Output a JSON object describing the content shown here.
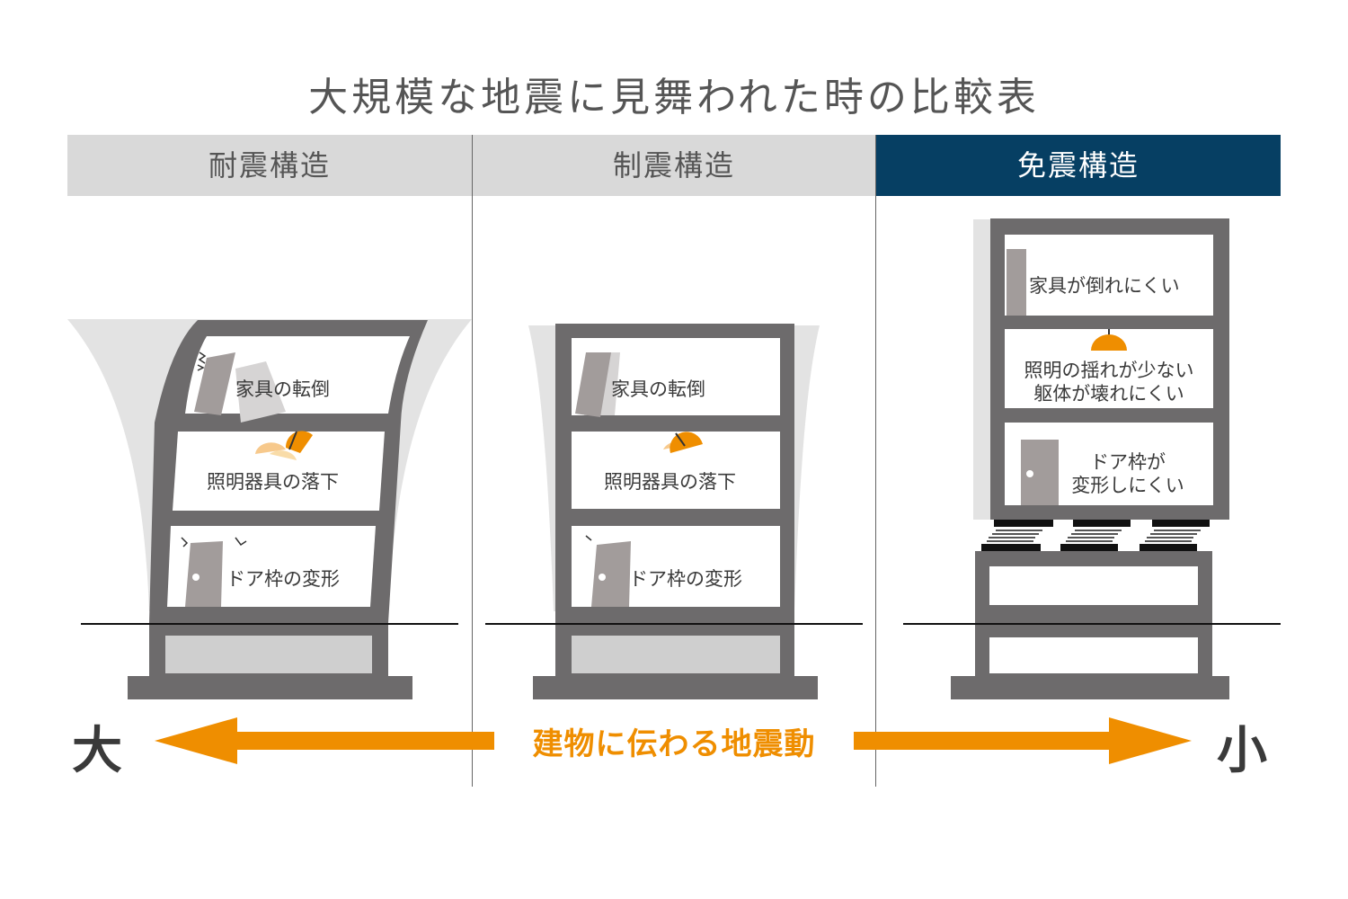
{
  "title": "大規模な地震に見舞われた時の比較表",
  "columns": [
    {
      "header": "耐震構造",
      "labels": [
        "家具の転倒",
        "照明器具の落下",
        "ドア枠の変形"
      ]
    },
    {
      "header": "制震構造",
      "labels": [
        "家具の転倒",
        "照明器具の落下",
        "ドア枠の変形"
      ]
    },
    {
      "header": "免震構造",
      "labels": [
        "家具が倒れにくい",
        "照明の揺れが少ない",
        "躯体が壊れにくい",
        "ドア枠が",
        "変形しにくい"
      ]
    }
  ],
  "scale": {
    "left": "大",
    "right": "小",
    "label": "建物に伝わる地震動"
  },
  "colors": {
    "header_gray": "#d9d9d9",
    "header_navy": "#063f63",
    "frame": "#6d6b6c",
    "accent": "#ef8e00",
    "sway": "#e3e3e3"
  }
}
